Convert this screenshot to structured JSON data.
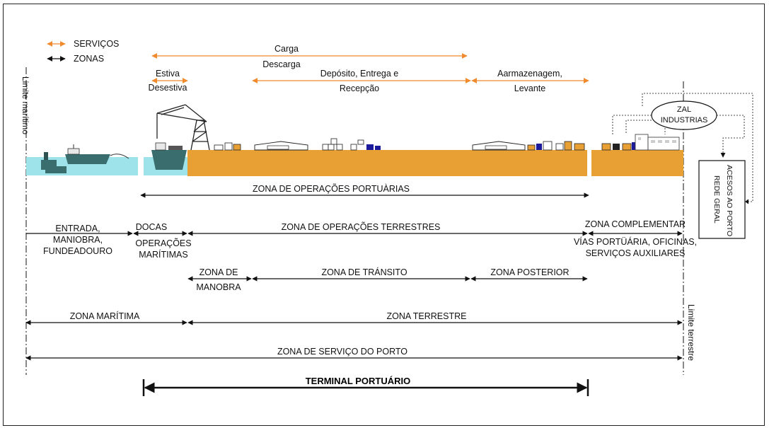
{
  "legend": {
    "servicos": "SERVIÇOS",
    "zonas": "ZONAS"
  },
  "colors": {
    "service_arrow": "#f08a2c",
    "zone_arrow": "#111111",
    "water": "#9fe3ea",
    "land": "#e8a035",
    "ship": "#3a6e6e"
  },
  "limits": {
    "maritimo": "Limite marítimo",
    "terrestre": "Limite terrestre"
  },
  "services": {
    "estiva": [
      "Estiva",
      "Desestiva"
    ],
    "carga": [
      "Carga",
      "Descarga"
    ],
    "deposito": [
      "Depósito, Entrega e",
      "Recepção"
    ],
    "armazenagem": [
      "Aarmazenagem,",
      "Levante"
    ]
  },
  "zal": [
    "ZAL",
    "INDUSTRIAS"
  ],
  "acessos": [
    "ACESOS AO PORTO",
    "REDE GERAL"
  ],
  "zones": {
    "operacoes_portuarias": "ZONA DE OPERAÇÕES PORTUÀRIAS",
    "entrada": [
      "ENTRADA,",
      "MANIOBRA,",
      "FUNDEADOURO"
    ],
    "docas": [
      "DOCAS",
      "OPERAÇÕES",
      "MARÍTIMAS"
    ],
    "operacoes_terrestres": "ZONA DE OPERAÇÕES TERRESTRES",
    "complementar": [
      "ZONA COMPLEMENTAR",
      "VÍAS PORTÜÁRIA, OFICINAS,",
      "SERVIÇOS AUXILIARES"
    ],
    "manobra": [
      "ZONA DE",
      "MANOBRA"
    ],
    "transito": "ZONA DE TRÁNSITO",
    "posterior": "ZONA POSTERIOR",
    "maritima": "ZONA MARÍTIMA",
    "terrestre": "ZONA TERRESTRE",
    "servico_porto": "ZONA DE SERVIÇO DO PORTO",
    "terminal": "TERMINAL PORTUÁRIO"
  }
}
